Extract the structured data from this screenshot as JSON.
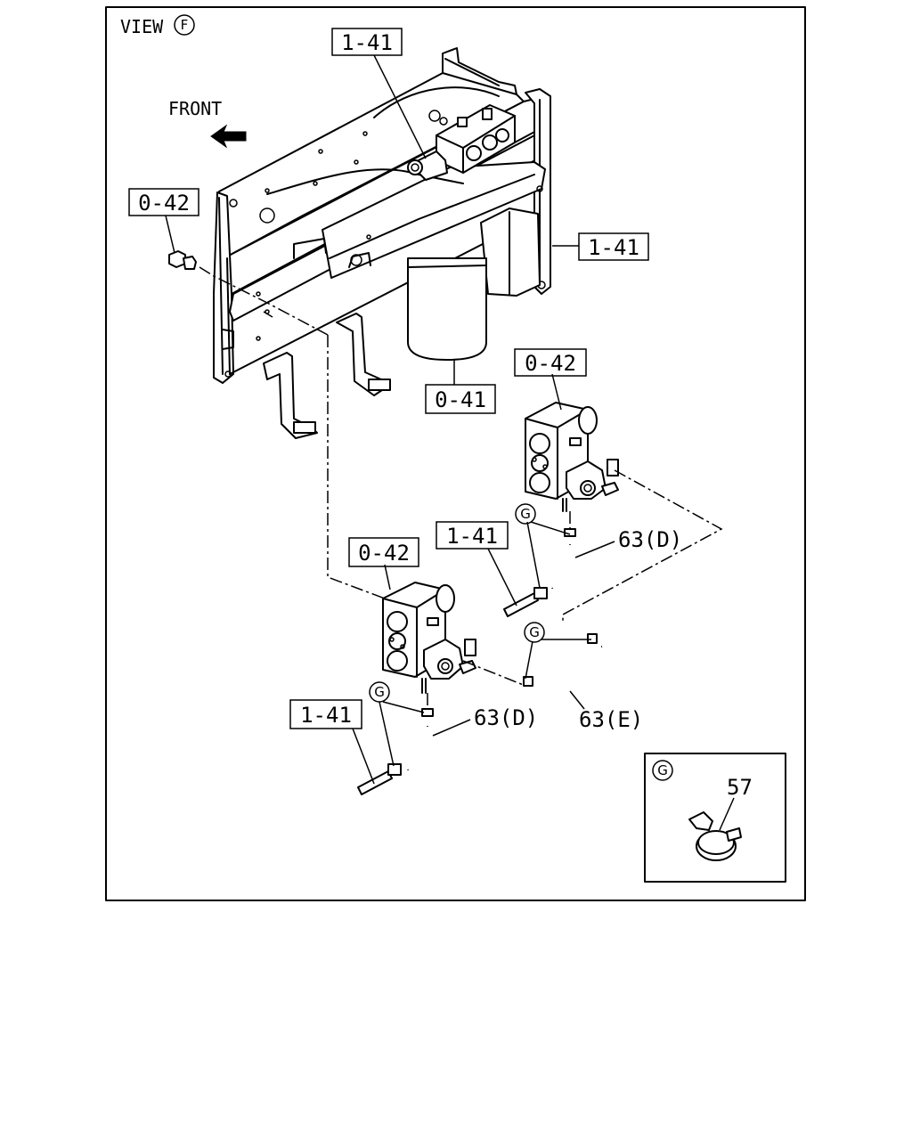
{
  "view_label": "VIEW",
  "view_marker": "F",
  "front_label": "FRONT",
  "detail_marker": "G",
  "callouts": {
    "top_valve": "1-41",
    "left_bolt": "0-42",
    "right_frame": "1-41",
    "tank": "0-41",
    "right_block": "0-42",
    "mid_pipe": "1-41",
    "left_block": "0-42",
    "bottom_pipe": "1-41"
  },
  "hose_labels": {
    "hose_d_upper": "63(D)",
    "hose_d_lower": "63(D)",
    "hose_e": "63(E)"
  },
  "clamp_labels": {
    "clamp_upper": "G",
    "clamp_middle": "G",
    "clamp_lower": "G"
  },
  "detail_part": "57"
}
